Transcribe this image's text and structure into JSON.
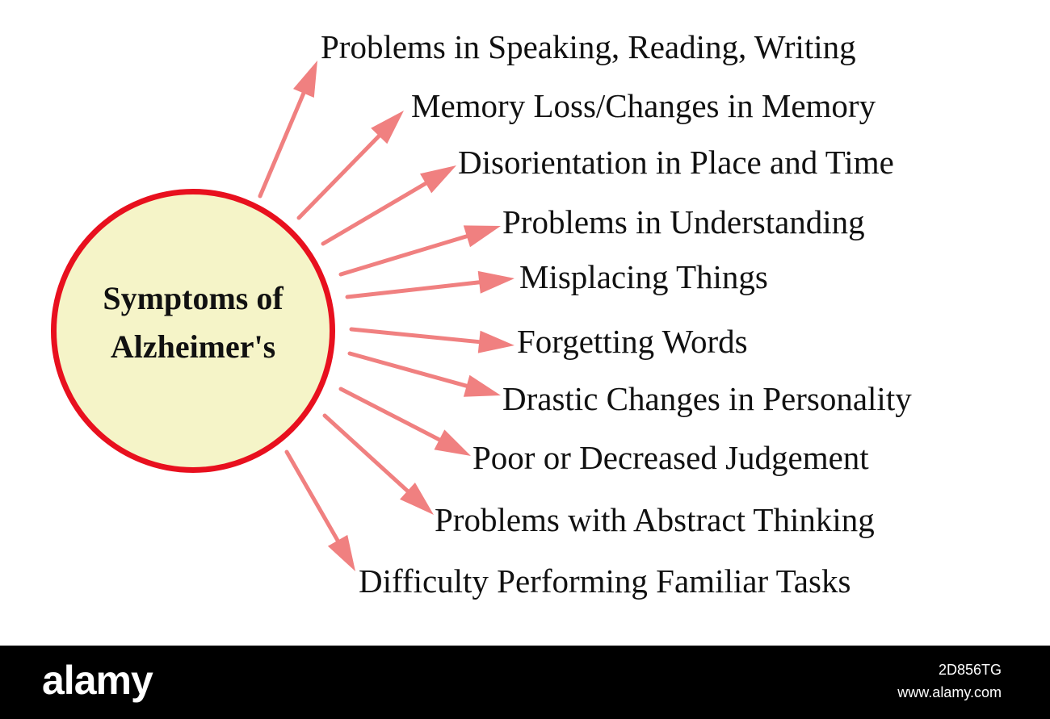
{
  "diagram": {
    "center": {
      "line1": "Symptoms of",
      "line2": "Alzheimer's"
    },
    "symptoms": [
      "Problems in Speaking, Reading, Writing",
      "Memory Loss/Changes in Memory",
      "Disorientation in Place and Time",
      "Problems in Understanding",
      "Misplacing Things",
      "Forgetting Words",
      "Drastic Changes in Personality",
      "Poor or Decreased Judgement",
      "Problems with Abstract Thinking",
      "Difficulty Performing Familiar Tasks"
    ],
    "colors": {
      "circle_fill": "#f5f4c8",
      "circle_border": "#e8101e",
      "arrow": "#f08080",
      "text": "#111111"
    }
  },
  "footer": {
    "brand": "alamy",
    "image_id": "2D856TG",
    "site": "www.alamy.com"
  }
}
